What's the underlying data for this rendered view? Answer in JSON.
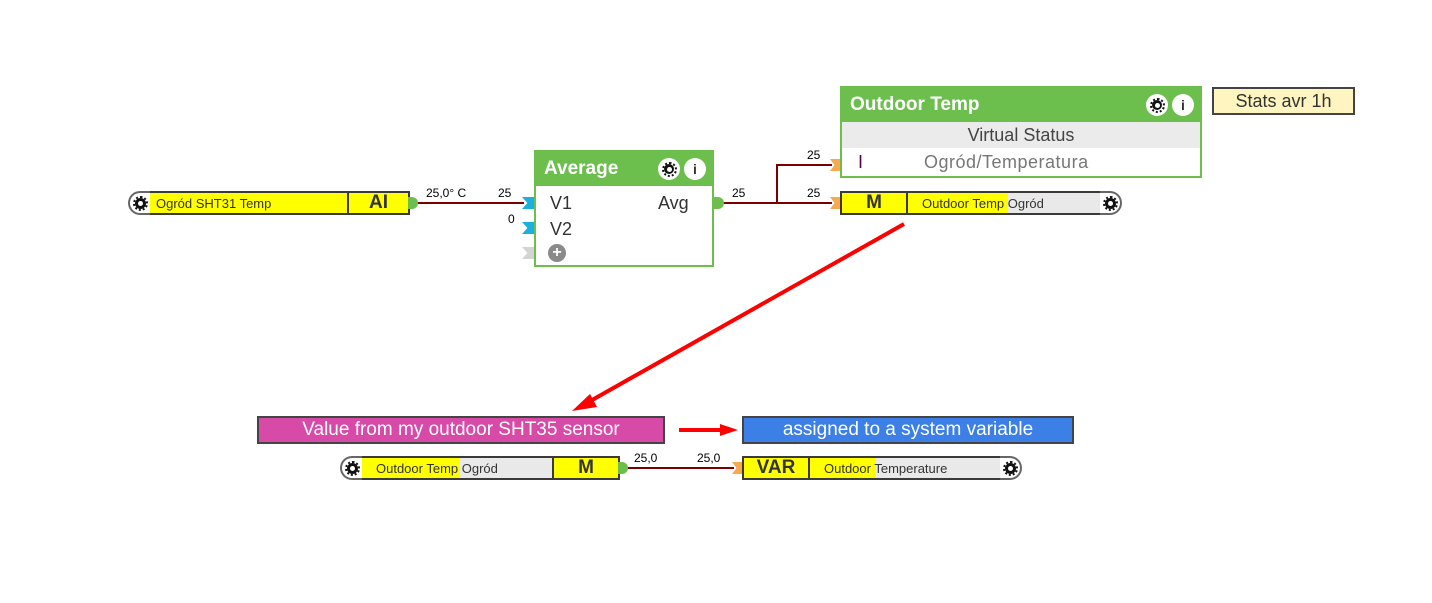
{
  "blocks": {
    "sensor": {
      "name": "Ogród SHT31 Temp",
      "type": "AI",
      "output_value": "25,0° C"
    },
    "average": {
      "title": "Average",
      "inputs": [
        {
          "label": "V1",
          "value": "25"
        },
        {
          "label": "V2",
          "value": "0"
        }
      ],
      "output_label": "Avg",
      "output_value": "25"
    },
    "outdoor_temp": {
      "title": "Outdoor Temp",
      "subtitle": "Virtual Status",
      "input_label": "I",
      "input_value": "25",
      "path": "Ogród/Temperatura"
    },
    "memory_top": {
      "type": "M",
      "name": "Outdoor Temp Ogród",
      "input_value": "25"
    },
    "memory_bottom": {
      "type": "M",
      "name": "Outdoor Temp Ogród",
      "output_value": "25,0"
    },
    "variable": {
      "type": "VAR",
      "name": "Outdoor Temperature",
      "input_value": "25,0"
    }
  },
  "notes": {
    "stats": "Stats avr 1h",
    "sensor_note": "Value from my outdoor SHT35 sensor",
    "variable_note": "assigned to a system variable"
  },
  "colors": {
    "green": "#6cbf4d",
    "yellow": "#ffff00",
    "wire": "#7a0000",
    "arrow": "#ff0000",
    "magenta_note": "#d84aa8",
    "blue_note": "#3c7fe6",
    "stats_note": "#fff5c0"
  }
}
